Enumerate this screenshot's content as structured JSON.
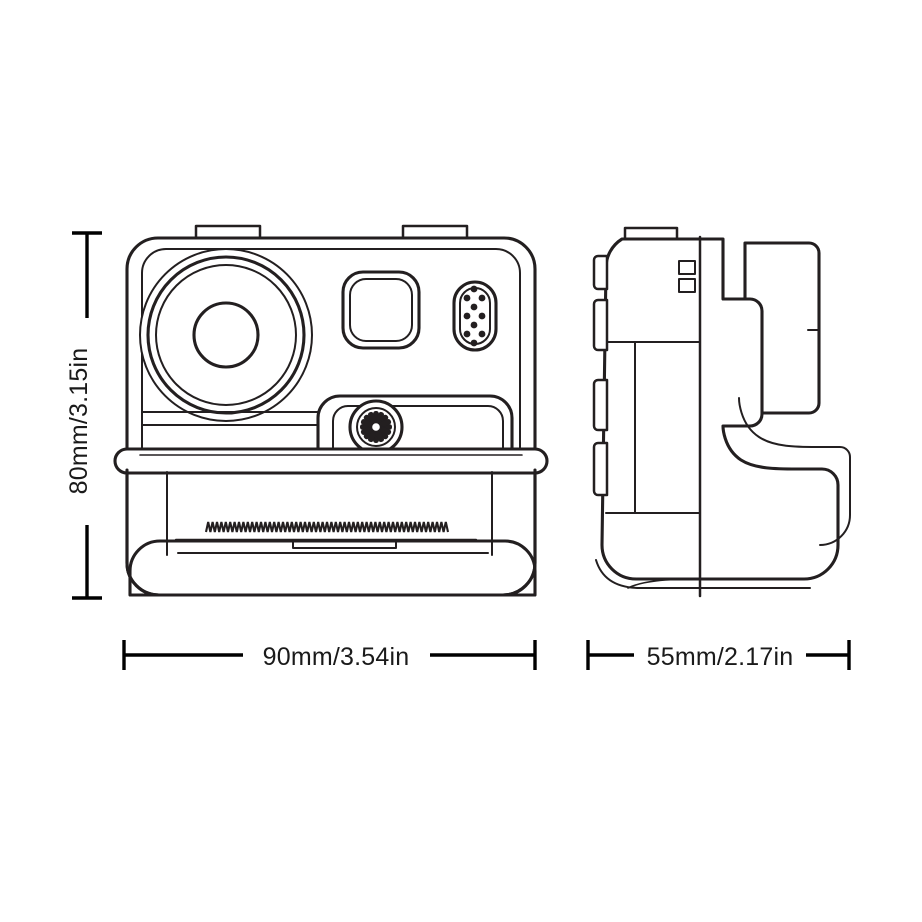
{
  "document": {
    "type": "technical-dimension-drawing",
    "subject": "instant-camera",
    "background_color": "#ffffff",
    "line_color": "#231f20",
    "views": [
      "front-view",
      "side-view"
    ]
  },
  "dimensions": {
    "height": {
      "label": "80mm/3.15in",
      "orientation": "vertical",
      "value_mm": 80,
      "value_in": 3.15,
      "applies_to": "front-view"
    },
    "width_front": {
      "label": "90mm/3.54in",
      "orientation": "horizontal",
      "value_mm": 90,
      "value_in": 3.54,
      "applies_to": "front-view"
    },
    "width_side": {
      "label": "55mm/2.17in",
      "orientation": "horizontal",
      "value_mm": 55,
      "value_in": 2.17,
      "applies_to": "side-view"
    }
  },
  "front_view": {
    "parts": [
      {
        "name": "camera-body",
        "shape": "rounded-rectangle"
      },
      {
        "name": "lens-assembly",
        "shape": "concentric-circles",
        "rings": 3
      },
      {
        "name": "viewfinder-window",
        "shape": "rounded-square"
      },
      {
        "name": "speaker-grille",
        "shape": "pill",
        "dot_columns": 3,
        "dot_rows": 5
      },
      {
        "name": "shutter-button",
        "shape": "starburst-in-circle"
      },
      {
        "name": "control-panel",
        "shape": "rounded-rectangle"
      },
      {
        "name": "film-ejection-slot",
        "shape": "serrated-edge"
      },
      {
        "name": "film-door",
        "shape": "rounded-rectangle"
      },
      {
        "name": "top-nub-left",
        "shape": "small-rectangle"
      },
      {
        "name": "top-nub-right",
        "shape": "small-rectangle"
      }
    ]
  },
  "side_view": {
    "parts": [
      {
        "name": "camera-profile",
        "shape": "rounded-silhouette"
      },
      {
        "name": "side-button-top",
        "shape": "small-tab"
      },
      {
        "name": "side-button-middle",
        "shape": "small-tab"
      },
      {
        "name": "side-button-lower",
        "shape": "small-tab"
      },
      {
        "name": "port-detail-upper",
        "shape": "small-rectangle"
      },
      {
        "name": "port-detail-lower",
        "shape": "small-rectangle"
      },
      {
        "name": "rear-panel",
        "shape": "tall-rounded-rectangle"
      },
      {
        "name": "top-nub",
        "shape": "small-rectangle"
      },
      {
        "name": "base-lip",
        "shape": "curved-line"
      }
    ]
  }
}
